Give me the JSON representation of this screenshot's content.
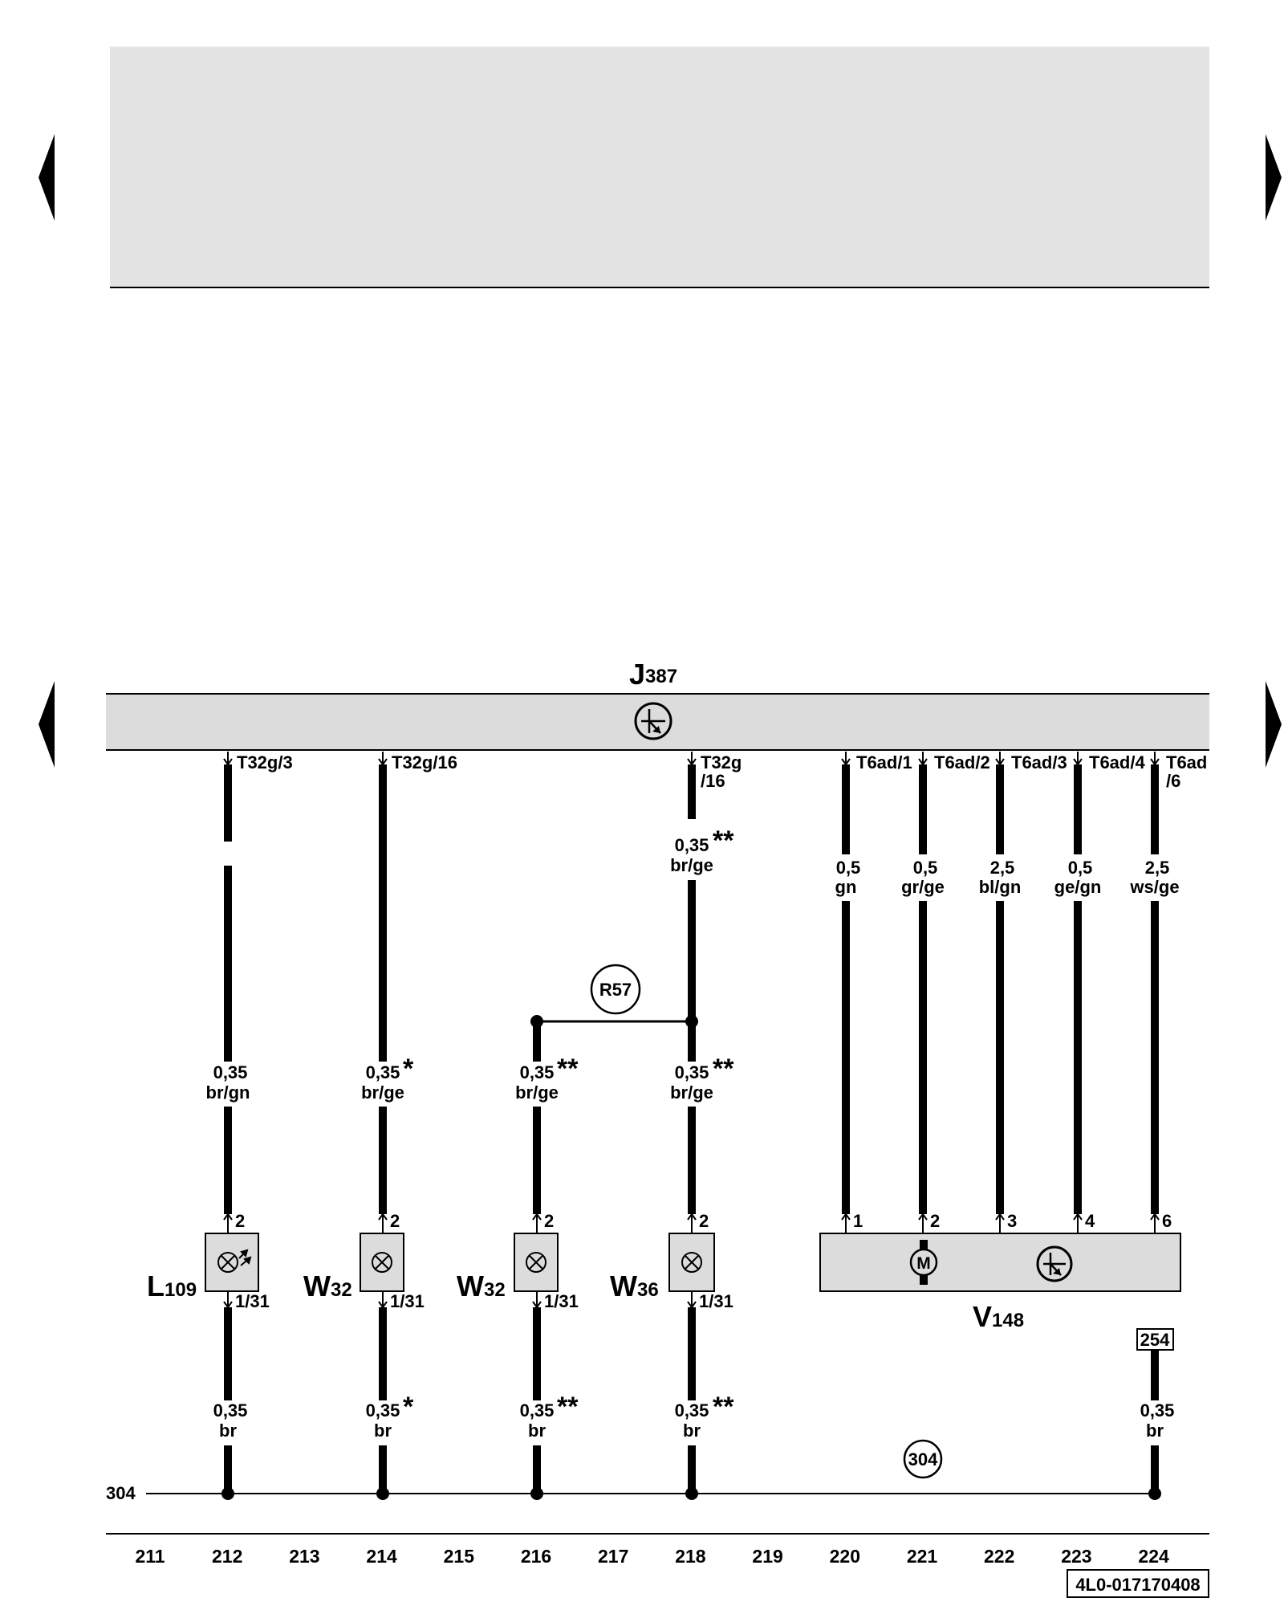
{
  "nav": {
    "prev_icon": "triangle-left",
    "next_icon": "triangle-right"
  },
  "controller": {
    "letter": "J",
    "sub": "387"
  },
  "pins": {
    "p212": "T32g/3",
    "p214": "T32g/16",
    "p218a": "T32g",
    "p218b": "/16",
    "p220": "T6ad/1",
    "p221": "T6ad/2",
    "p222": "T6ad/3",
    "p223": "T6ad/4",
    "p224a": "T6ad",
    "p224b": "/6"
  },
  "wires": {
    "w218_top": {
      "size": "0,35",
      "color": "br/ge",
      "mark": "**"
    },
    "w220": {
      "size": "0,5",
      "color": "gn"
    },
    "w221": {
      "size": "0,5",
      "color": "gr/ge"
    },
    "w222": {
      "size": "2,5",
      "color": "bl/gn"
    },
    "w223": {
      "size": "0,5",
      "color": "ge/gn"
    },
    "w224": {
      "size": "2,5",
      "color": "ws/ge"
    },
    "w212_mid": {
      "size": "0,35",
      "color": "br/gn"
    },
    "w214_mid": {
      "size": "0,35",
      "color": "br/ge",
      "mark": "*"
    },
    "w216_mid": {
      "size": "0,35",
      "color": "br/ge",
      "mark": "**"
    },
    "w218_mid": {
      "size": "0,35",
      "color": "br/ge",
      "mark": "**"
    },
    "w212_bot": {
      "size": "0,35",
      "color": "br"
    },
    "w214_bot": {
      "size": "0,35",
      "color": "br",
      "mark": "*"
    },
    "w216_bot": {
      "size": "0,35",
      "color": "br",
      "mark": "**"
    },
    "w218_bot": {
      "size": "0,35",
      "color": "br",
      "mark": "**"
    },
    "w224_bot": {
      "size": "0,35",
      "color": "br"
    }
  },
  "connector": "R57",
  "components": {
    "l109": {
      "letter": "L",
      "sub": "109"
    },
    "w32a": {
      "letter": "W",
      "sub": "32"
    },
    "w32b": {
      "letter": "W",
      "sub": "32"
    },
    "w36": {
      "letter": "W",
      "sub": "36"
    },
    "v148": {
      "letter": "V",
      "sub": "148"
    },
    "motor": "M"
  },
  "comp_pins": {
    "top": "2",
    "bottom": "1/31",
    "v1": "1",
    "v2": "2",
    "v3": "3",
    "v4": "4",
    "v6": "6"
  },
  "ref_box": "254",
  "ground": {
    "left_label": "304",
    "circle_label": "304"
  },
  "columns": [
    "211",
    "212",
    "213",
    "214",
    "215",
    "216",
    "217",
    "218",
    "219",
    "220",
    "221",
    "222",
    "223",
    "224"
  ],
  "doc_id": "4L0-017170408"
}
